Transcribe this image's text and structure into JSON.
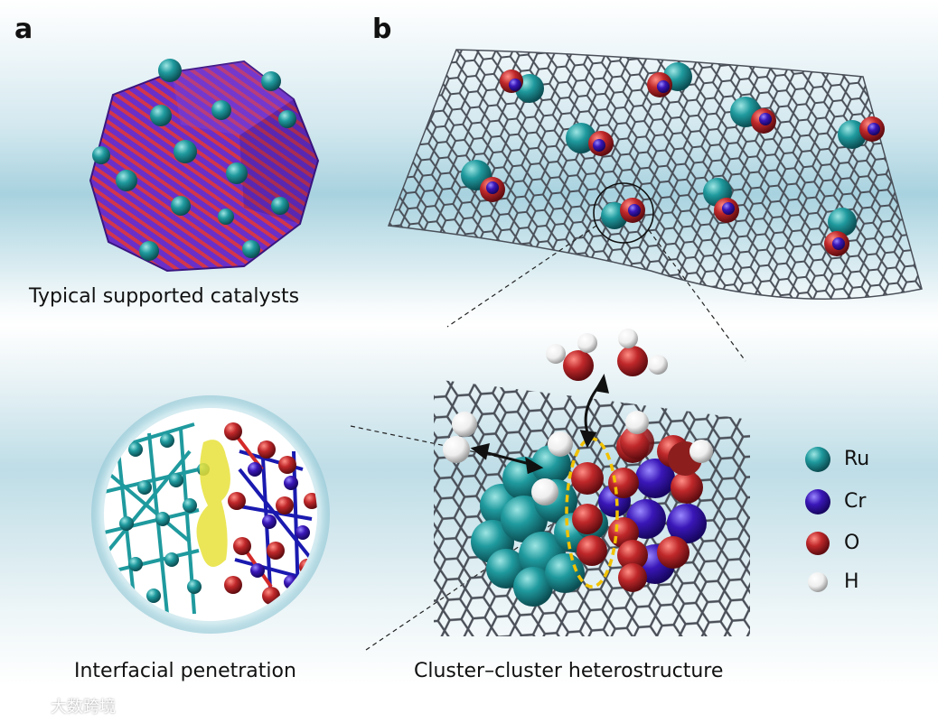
{
  "panels": {
    "a": {
      "letter": "a",
      "caption_top": "Typical supported catalysts",
      "caption_bottom": "Interfacial penetration"
    },
    "b": {
      "letter": "b",
      "caption_bottom": "Cluster–cluster heterostructure"
    }
  },
  "legend": [
    {
      "label": "Ru",
      "color": "#1f9a9e"
    },
    {
      "label": "Cr",
      "color": "#3a17b8"
    },
    {
      "label": "O",
      "color": "#c0282a"
    },
    {
      "label": "H",
      "color": "#f4f4f4"
    }
  ],
  "watermark": {
    "text": "大数跨境"
  }
}
